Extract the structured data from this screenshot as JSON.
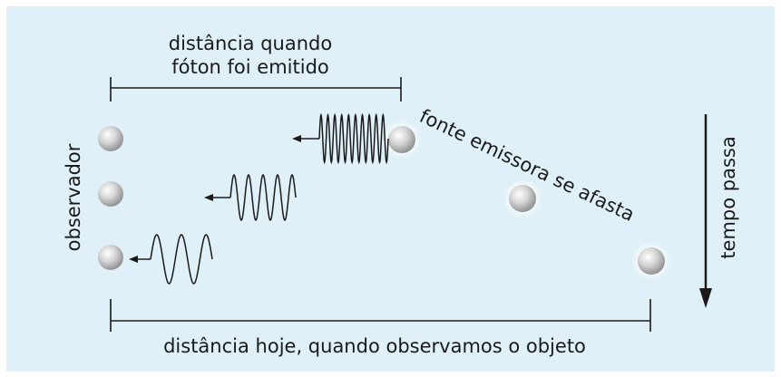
{
  "labels": {
    "top_line1": "distância quando",
    "top_line2": "fóton foi emitido",
    "bottom": "distância hoje, quando observamos o objeto",
    "observer": "observador",
    "source": "fonte emissora se afasta",
    "time": "tempo passa"
  },
  "colors": {
    "panel": "#dff0f8",
    "ink": "#1a1a1a"
  }
}
